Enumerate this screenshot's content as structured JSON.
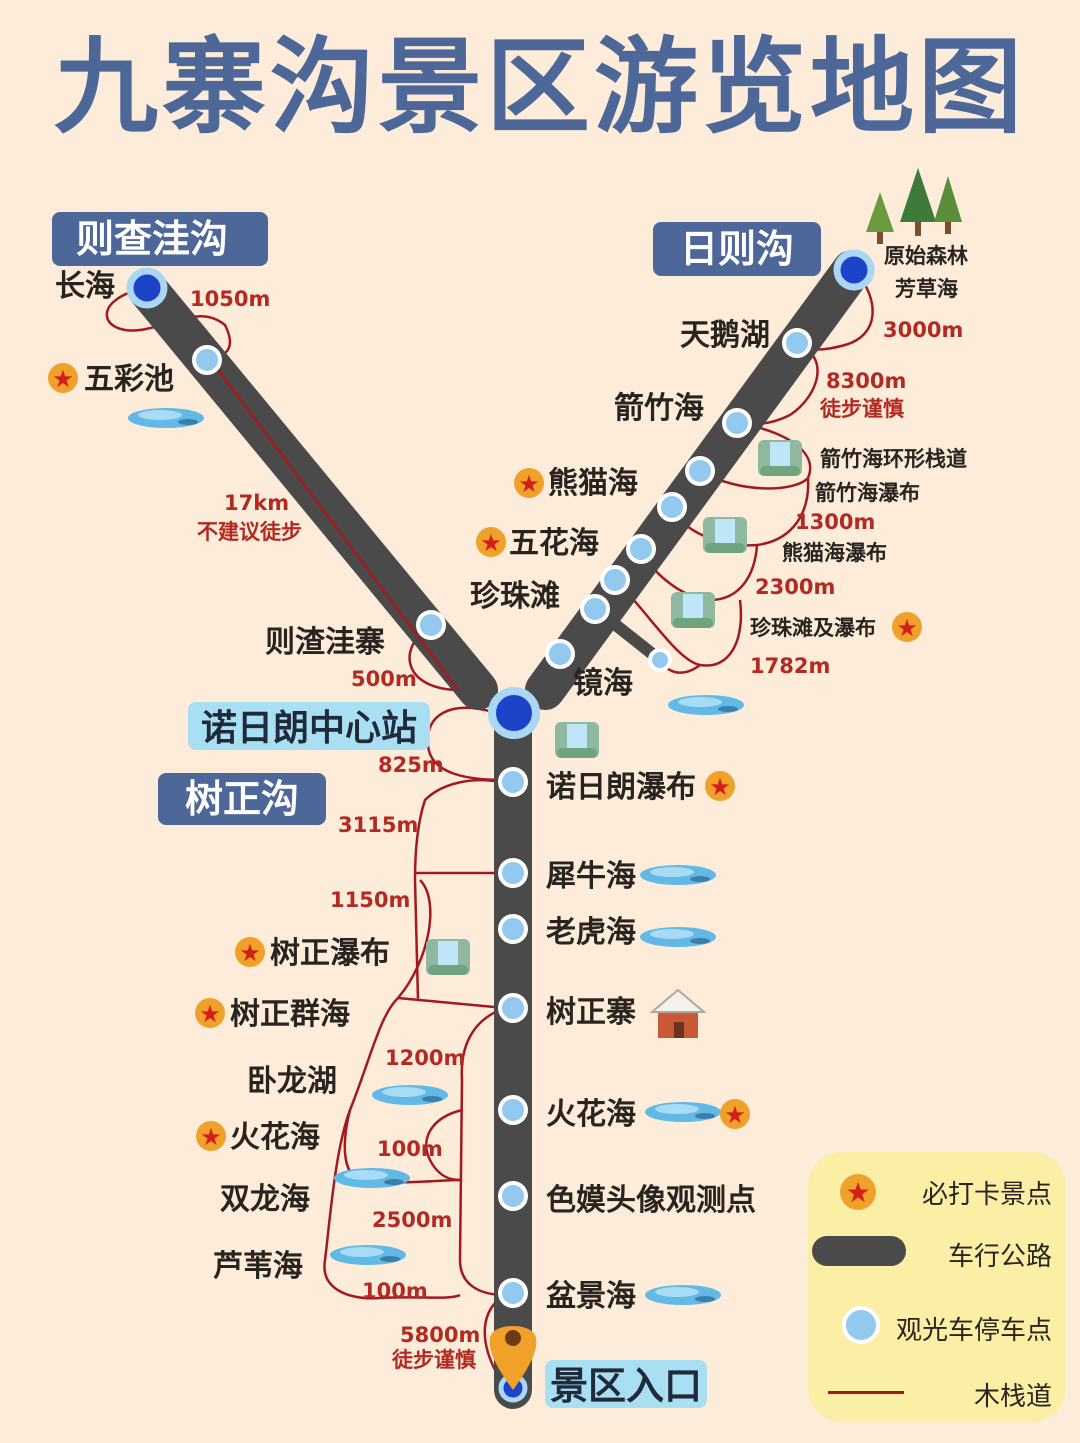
{
  "title": "九寨沟景区游览地图",
  "colors": {
    "road": "#4a4a4a",
    "trail": "#a3191f",
    "stop": "#93c9ee",
    "hub": "#1d43c9",
    "pill": "#4d6799",
    "accent": "#f0a12a",
    "bg": "#fcecd9"
  },
  "icons": [
    "star-icon",
    "bus-stop-icon",
    "waterfall-icon",
    "lake-icon",
    "forest-icon",
    "house-icon",
    "location-pin-icon"
  ],
  "branches": {
    "zechawa": {
      "name": "则查洼沟",
      "stops": [
        "长海",
        "五彩池",
        "则渣洼寨"
      ],
      "distances": [
        "1050m",
        "17km",
        "不建议徒步",
        "500m"
      ]
    },
    "rize": {
      "name": "日则沟",
      "top_labels": [
        "原始森林",
        "芳草海"
      ],
      "stops": [
        "天鹅湖",
        "箭竹海",
        "熊猫海",
        "五花海",
        "珍珠滩",
        "镜海"
      ],
      "side_labels": [
        "箭竹海环形栈道",
        "箭竹海瀑布",
        "熊猫海瀑布",
        "珍珠滩及瀑布"
      ],
      "distances": [
        "3000m",
        "8300m",
        "徒步谨慎",
        "1300m",
        "2300m",
        "1782m"
      ]
    },
    "center": {
      "name": "诺日朗中心站",
      "distance": "825m"
    },
    "shuzheng": {
      "name": "树正沟",
      "stops": [
        "诺日朗瀑布",
        "犀牛海",
        "老虎海",
        "树正寨",
        "火花海",
        "色嫫头像观测点",
        "盆景海"
      ],
      "left_labels": [
        "树正瀑布",
        "树正群海",
        "卧龙湖",
        "火花海",
        "双龙海",
        "芦苇海"
      ],
      "distances": [
        "3115m",
        "1150m",
        "1200m",
        "100m",
        "2500m",
        "100m",
        "5800m",
        "徒步谨慎"
      ]
    },
    "entrance": {
      "name": "景区入口"
    }
  },
  "legend": {
    "must_see": "必打卡景点",
    "road": "车行公路",
    "bus_stop": "观光车停车点",
    "boardwalk": "木栈道"
  }
}
